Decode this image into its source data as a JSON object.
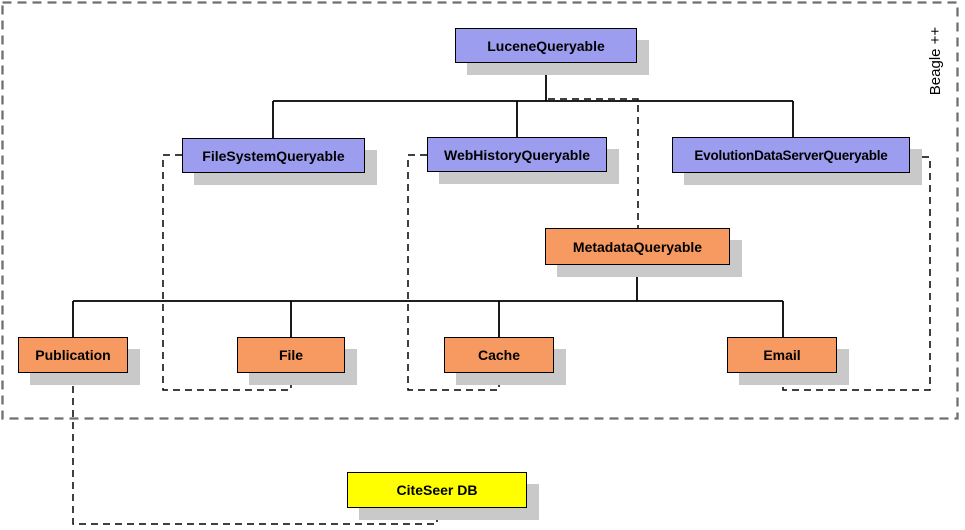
{
  "diagram": {
    "frame_label": "Beagle ++",
    "colors": {
      "blue": "#9d9df0",
      "orange": "#f79a62",
      "yellow": "#ffff00",
      "shadow": "#c9c9c9",
      "line": "#000000",
      "frame": "#6f6f6f"
    },
    "nodes": [
      {
        "id": "lucene-queryable",
        "label": "LuceneQueryable",
        "color": "blue"
      },
      {
        "id": "filesystem-queryable",
        "label": "FileSystemQueryable",
        "color": "blue"
      },
      {
        "id": "webhistory-queryable",
        "label": "WebHistoryQueryable",
        "color": "blue"
      },
      {
        "id": "evolution-dataserver-queryable",
        "label": "EvolutionDataServerQueryable",
        "color": "blue"
      },
      {
        "id": "metadata-queryable",
        "label": "MetadataQueryable",
        "color": "orange"
      },
      {
        "id": "publication",
        "label": "Publication",
        "color": "orange"
      },
      {
        "id": "file",
        "label": "File",
        "color": "orange"
      },
      {
        "id": "cache",
        "label": "Cache",
        "color": "orange"
      },
      {
        "id": "email",
        "label": "Email",
        "color": "orange"
      },
      {
        "id": "citeseer-db",
        "label": "CiteSeer DB",
        "color": "yellow"
      }
    ],
    "edges_solid": [
      "LuceneQueryable - FileSystemQueryable",
      "LuceneQueryable - WebHistoryQueryable",
      "LuceneQueryable - EvolutionDataServerQueryable",
      "MetadataQueryable - Publication",
      "MetadataQueryable - File",
      "MetadataQueryable - Cache",
      "MetadataQueryable - Email"
    ],
    "edges_dashed": [
      "LuceneQueryable - MetadataQueryable",
      "FileSystemQueryable - File",
      "WebHistoryQueryable - Cache",
      "EvolutionDataServerQueryable - Email",
      "Publication - CiteSeer DB"
    ]
  }
}
